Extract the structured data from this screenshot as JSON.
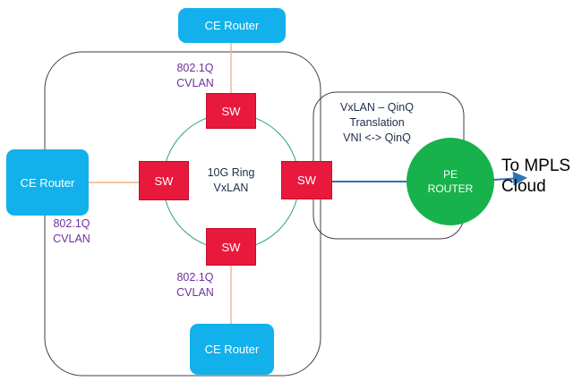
{
  "ce_top": "CE Router",
  "ce_left": "CE Router",
  "ce_bottom": "CE Router",
  "sw_top": "SW",
  "sw_left": "SW",
  "sw_right": "SW",
  "sw_bottom": "SW",
  "ring_line1": "10G Ring",
  "ring_line2": "VxLAN",
  "dot1q_top_line1": "802.1Q",
  "dot1q_top_line2": "CVLAN",
  "dot1q_left_line1": "802.1Q",
  "dot1q_left_line2": "CVLAN",
  "dot1q_bottom_line1": "802.1Q",
  "dot1q_bottom_line2": "CVLAN",
  "translation_line1": "VxLAN – QinQ",
  "translation_line2": "Translation",
  "translation_line3": "VNI <-> QinQ",
  "pe_line1": "PE",
  "pe_line2": "ROUTER",
  "mpls_line1": "To MPLS",
  "mpls_line2": "Cloud",
  "colors": {
    "ce_router": "#12b1eb",
    "switch": "#e8193c",
    "pe_router": "#17b24b",
    "ring": "#2aa37a",
    "access_link": "#f4b183",
    "uplink": "#2e75b6",
    "vlan_label": "#7030a0"
  }
}
